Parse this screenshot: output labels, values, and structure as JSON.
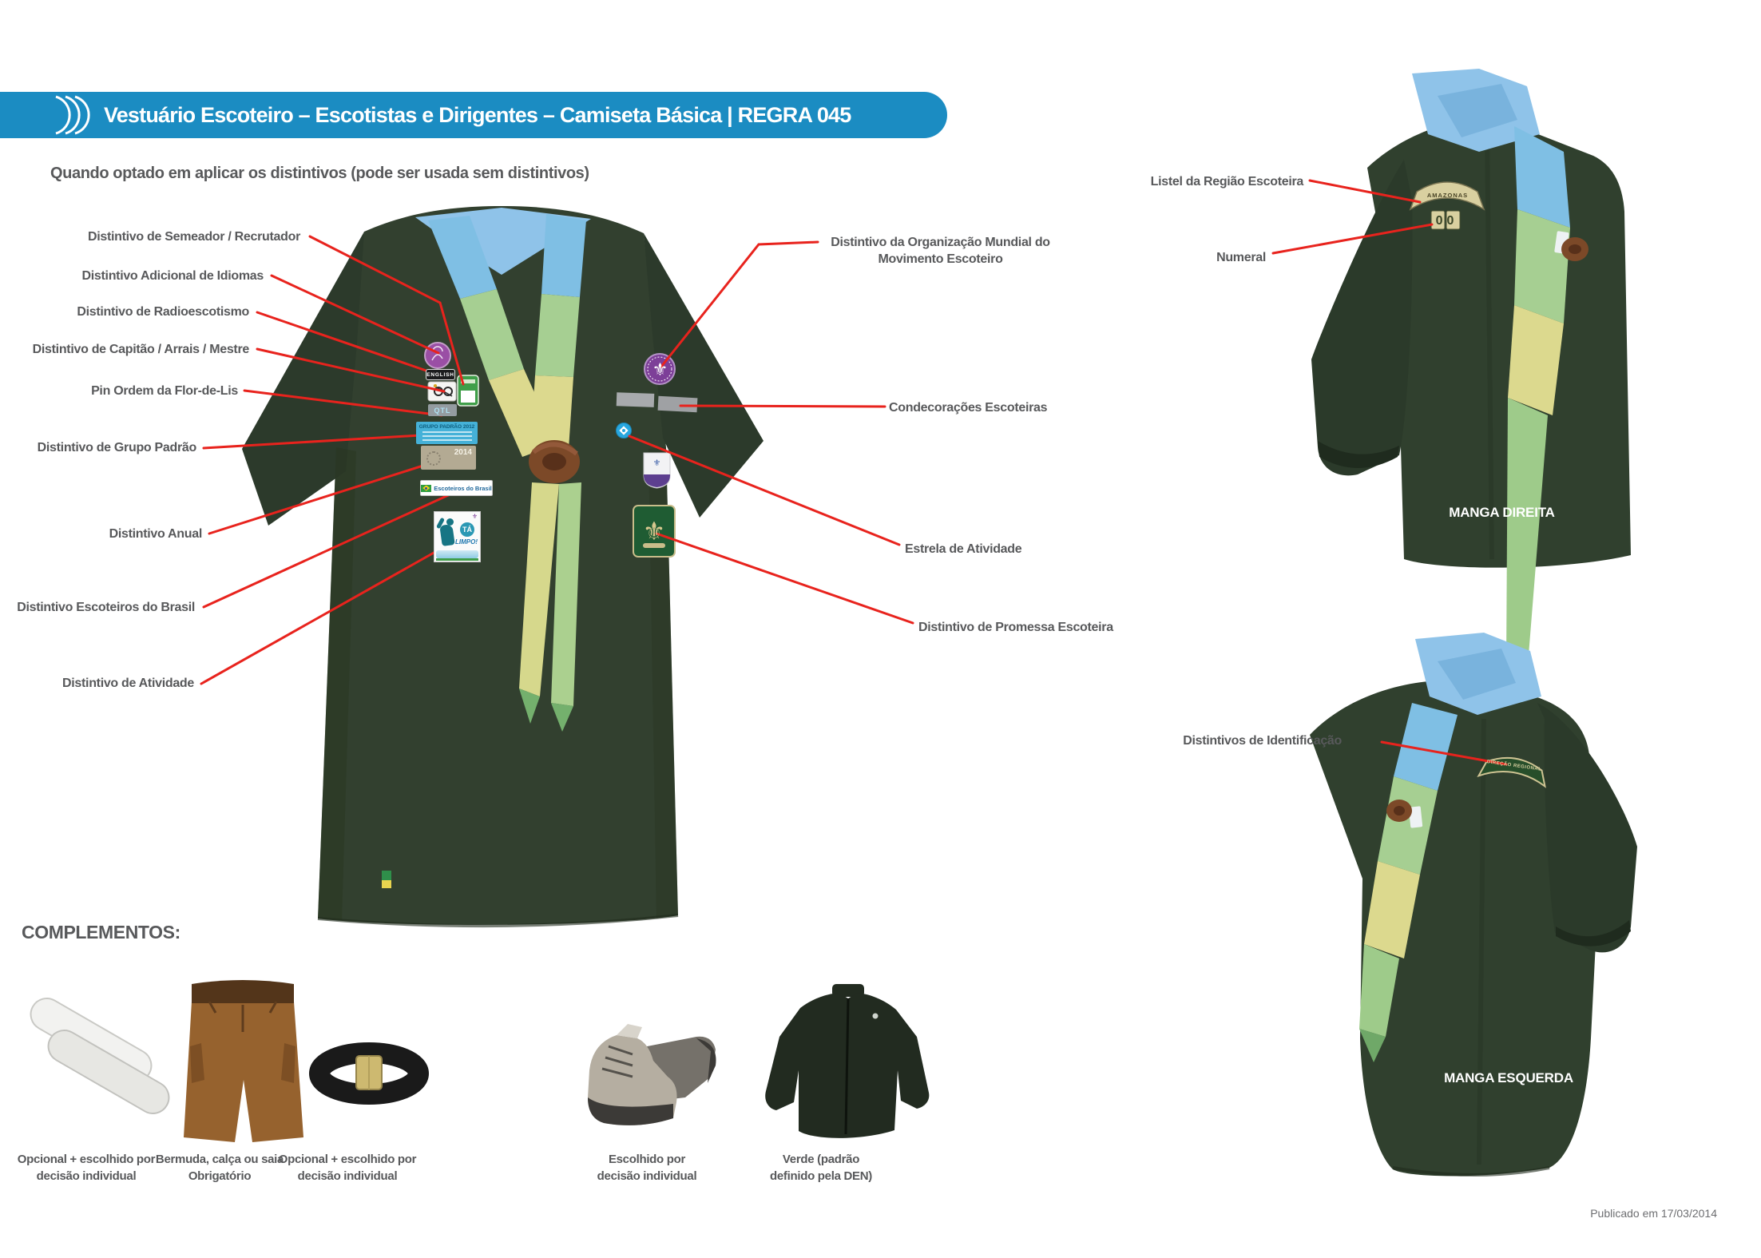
{
  "header": {
    "title": "Vestuário Escoteiro – Escotistas e Dirigentes – Camiseta Básica | REGRA 045"
  },
  "front_view": {
    "subtitle": "Quando optado em aplicar os distintivos (pode ser usada sem distintivos)",
    "left_labels": [
      "Distintivo de Semeador / Recrutador",
      "Distintivo Adicional de Idiomas",
      "Distintivo de Radioescotismo",
      "Distintivo de Capitão / Arrais / Mestre",
      "Pin Ordem da Flor-de-Lis",
      "Distintivo de Grupo Padrão",
      "Distintivo Anual",
      "Distintivo Escoteiros do Brasil",
      "Distintivo de Atividade"
    ],
    "right_labels": {
      "wosm_line1": "Distintivo da Organização Mundial do",
      "wosm_line2": "Movimento Escoteiro",
      "condecoracoes": "Condecorações Escoteiras",
      "estrela": "Estrela de Atividade",
      "promessa": "Distintivo de Promessa Escoteira"
    },
    "badges": {
      "english": "ENGLISH",
      "qtl": "QTL",
      "grupo_padrao": "GRUPO PADRÃO 2012",
      "anual": "2014",
      "escoteiros": "Escoteiros do Brasil",
      "ta": "TÁ",
      "limpo": "LIMPO!"
    }
  },
  "sleeve_views": {
    "listel_label": "Listel da Região Escoteira",
    "numeral_label": "Numeral",
    "identificacao_label": "Distintivos de Identificação",
    "manga_direita": "MANGA DIREITA",
    "manga_esquerda": "MANGA ESQUERDA",
    "patches": {
      "amazonas": "AMAZONAS",
      "numeral": "00",
      "direcao": "DIREÇÃO REGIONAL"
    }
  },
  "complements": {
    "heading": "COMPLEMENTOS:",
    "items": [
      {
        "name": "socks",
        "caption_line1": "Opcional + escolhido por",
        "caption_line2": "decisão individual"
      },
      {
        "name": "shorts",
        "caption_line1": "Bermuda, calça ou saia",
        "caption_line2": "Obrigatório"
      },
      {
        "name": "belt",
        "caption_line1": "Opcional + escolhido por",
        "caption_line2": "decisão individual"
      },
      {
        "name": "boots",
        "caption_line1": "Escolhido por",
        "caption_line2": "decisão individual"
      },
      {
        "name": "jacket",
        "caption_line1": "Verde (padrão",
        "caption_line2": "definido pela DEN)"
      }
    ]
  },
  "footer": {
    "published": "Publicado em 17/03/2014"
  },
  "icons": {
    "fleur": "⚜"
  },
  "colors": {
    "accent_blue": "#1b8cc2",
    "line_red": "#e8231d",
    "label_gray": "#58595b",
    "shirt_green": "#32402f",
    "collar_blue": "#8fc3e9",
    "patch_tan": "#d9d0a0"
  }
}
